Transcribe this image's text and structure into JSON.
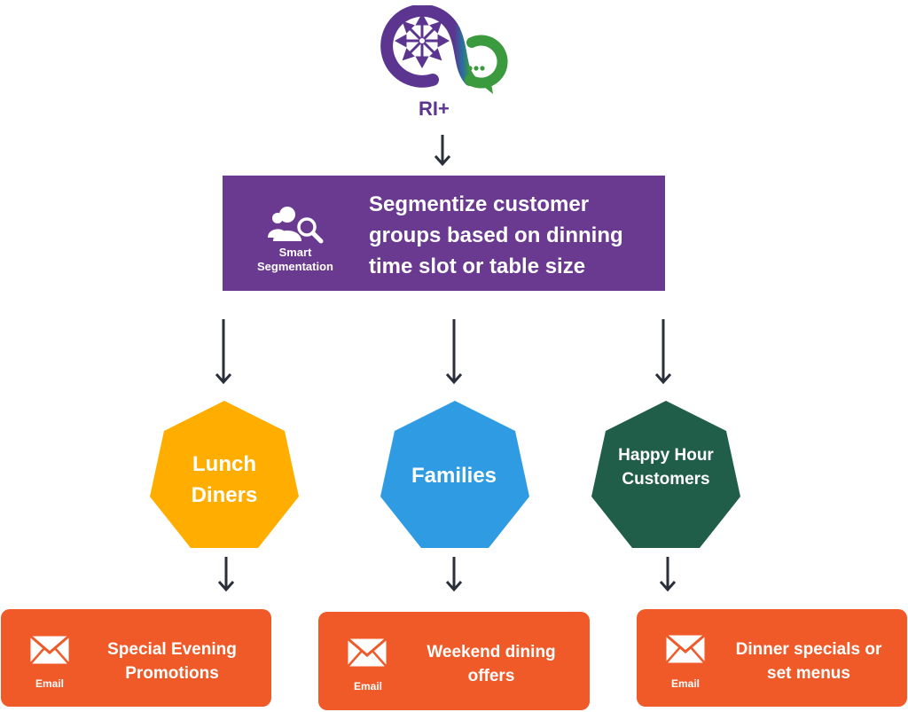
{
  "logo": {
    "text": "RI+"
  },
  "top_box": {
    "icon_label": "Smart Segmentation",
    "description": "Segmentize customer groups based on dinning time slot or table size"
  },
  "segments": [
    {
      "name": "Lunch Diners",
      "color": "#ffae00"
    },
    {
      "name": "Families",
      "color": "#2f9be3"
    },
    {
      "name": "Happy Hour Customers",
      "color": "#215e49"
    }
  ],
  "campaigns": [
    {
      "channel": "Email",
      "text": "Special Evening Promotions"
    },
    {
      "channel": "Email",
      "text": "Weekend dining offers"
    },
    {
      "channel": "Email",
      "text": "Dinner specials or set menus"
    }
  ],
  "colors": {
    "purple": "#6a3a90",
    "orange": "#f05a28",
    "arrow": "#2b2f3a"
  }
}
